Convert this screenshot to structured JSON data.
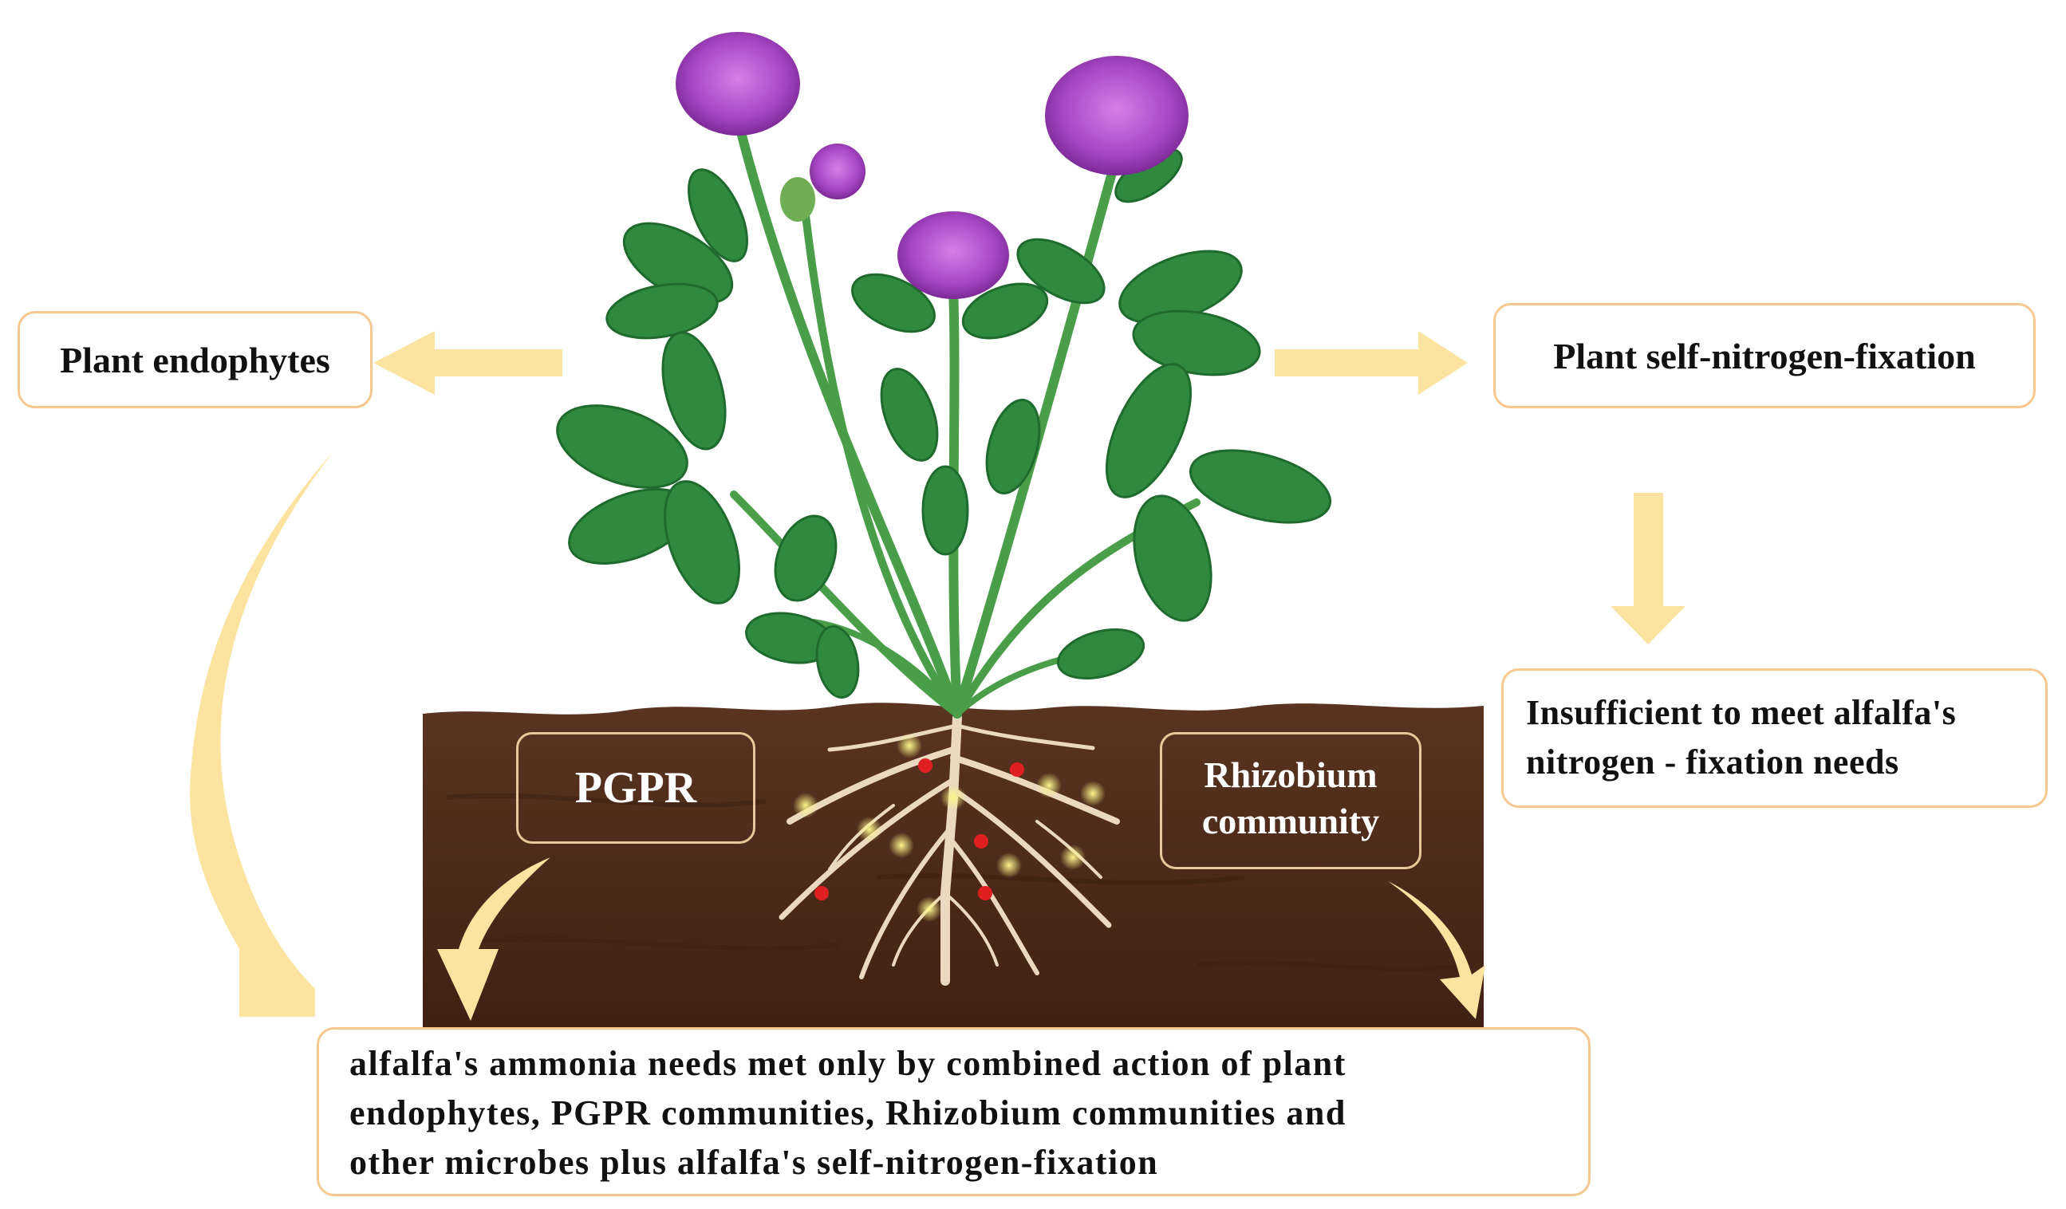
{
  "labels": {
    "plant_endophytes": "Plant endophytes",
    "plant_self_fixation": "Plant self-nitrogen-fixation",
    "insufficient_line1": "Insufficient to meet alfalfa's",
    "insufficient_line2": "nitrogen - fixation needs",
    "pgpr": "PGPR",
    "rhizobium_line1": "Rhizobium",
    "rhizobium_line2": "community",
    "combined_line1": "alfalfa's ammonia needs met only by combined action of plant",
    "combined_line2": "endophytes, PGPR communities, Rhizobium communities and",
    "combined_line3": "other microbes plus alfalfa's self-nitrogen-fixation"
  },
  "colors": {
    "arrow": "#fde3a0",
    "box_border": "#f6c88f",
    "soil": "#4a2a18",
    "leaf": "#2f8a3f",
    "stem": "#4a9e4a",
    "flower": "#a84ac4",
    "root": "#ead9c0",
    "nodule_red": "#e02020",
    "nodule_yellow": "#f2ea5a"
  }
}
